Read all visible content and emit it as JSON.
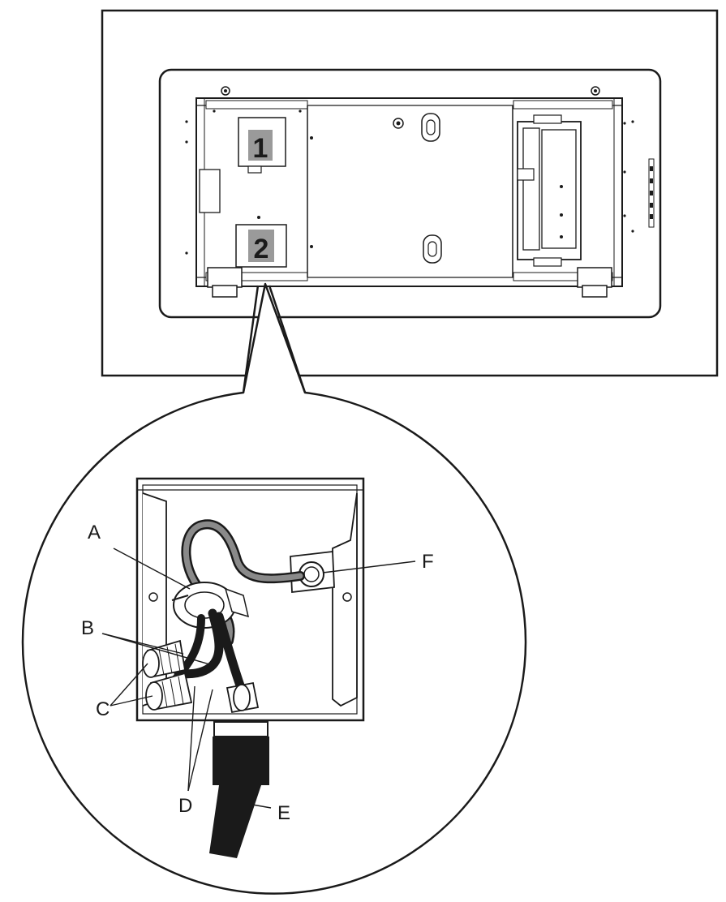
{
  "panel_labels": [
    "1",
    "2"
  ],
  "callouts": {
    "A": "A",
    "B": "B",
    "C": "C",
    "D": "D",
    "E": "E",
    "F": "F"
  }
}
